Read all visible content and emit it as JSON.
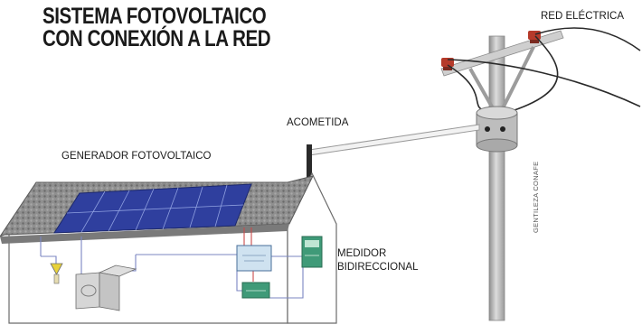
{
  "title": {
    "line1": "SISTEMA FOTOVOLTAICO",
    "line2": "CON CONEXIÓN A LA RED"
  },
  "labels": {
    "grid": "RED ELÉCTRICA",
    "service_drop": "ACOMETIDA",
    "pv_generator": "GENERADOR FOTOVOLTAICO",
    "meter_line1": "MEDIDOR",
    "meter_line2": "BIDIRECCIONAL",
    "credit": "GENTILEZA CONAFE"
  },
  "colors": {
    "panel": "#2f3f9e",
    "meter": "#3f9a78",
    "inverter_box": "#cfe2f0",
    "roof": "#8a8a8a",
    "pole": "#b8b8b8",
    "wire_red": "#c94a4a",
    "wire_blue": "#7b86c2"
  }
}
